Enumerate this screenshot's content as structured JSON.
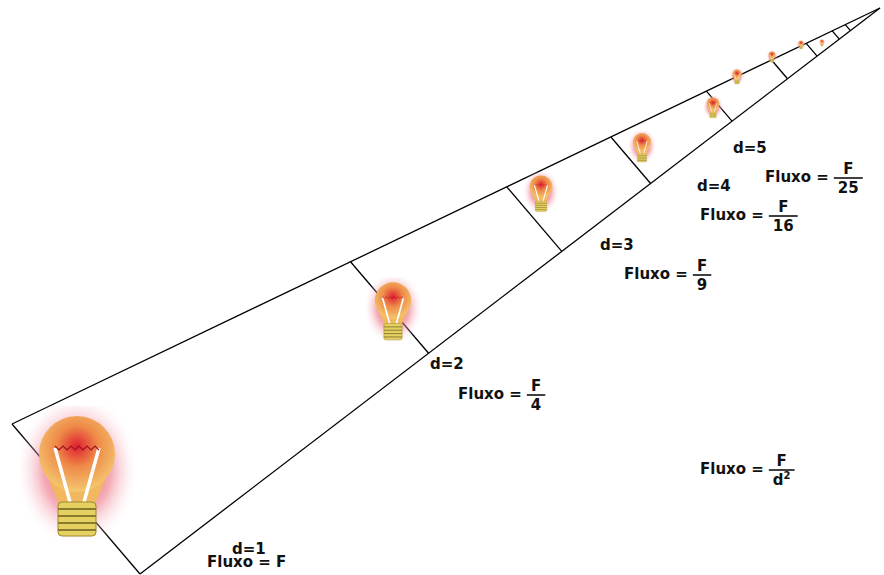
{
  "diagram": {
    "labels": [
      "d=1",
      "Fluxo = F",
      "d=2",
      "Fluxo =",
      "F",
      "4",
      "d=3",
      "Fluxo =",
      "F",
      "9",
      "d=4",
      "Fluxo =",
      "F",
      "16",
      "d=5",
      "Fluxo =",
      "F",
      "25",
      "Fluxo =",
      "F",
      "d",
      "2"
    ]
  }
}
